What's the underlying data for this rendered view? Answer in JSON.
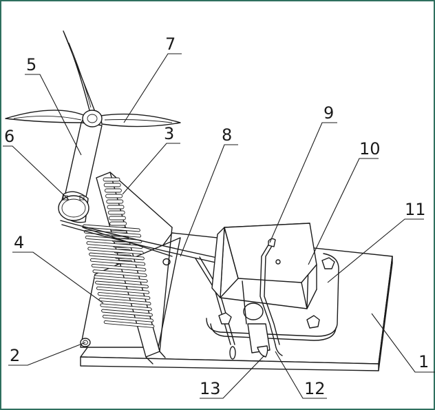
{
  "labels": {
    "l1": "1",
    "l2": "2",
    "l3": "3",
    "l4": "4",
    "l5": "5",
    "l6": "6",
    "l7": "7",
    "l8": "8",
    "l9": "9",
    "l10": "10",
    "l11": "11",
    "l12": "12",
    "l13": "13"
  },
  "colors": {
    "line": "#1a1a1a",
    "background": "#ffffff",
    "frame": "#2f6f5e"
  }
}
